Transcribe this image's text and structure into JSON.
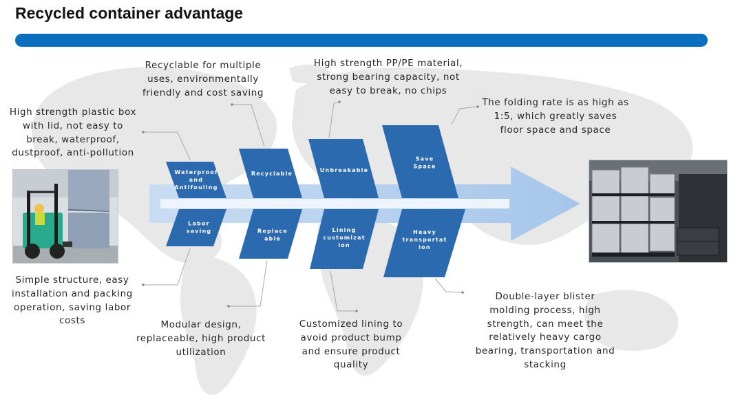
{
  "page": {
    "title": "Recycled container advantage",
    "accent_color": "#0b6fbd",
    "segment_color": "#2c6aaf",
    "arrow_color": "#a9c8ec"
  },
  "segments_top": [
    {
      "lines": [
        "Waterproof",
        "and",
        "Antifouling"
      ]
    },
    {
      "lines": [
        "Recyclable"
      ]
    },
    {
      "lines": [
        "Unbreakable"
      ]
    },
    {
      "lines": [
        "Save",
        "Space"
      ]
    }
  ],
  "segments_bottom": [
    {
      "lines": [
        "Labor",
        "saving"
      ]
    },
    {
      "lines": [
        "Replace",
        "able"
      ]
    },
    {
      "lines": [
        "Lining",
        "customizat",
        "ion"
      ]
    },
    {
      "lines": [
        "Heavy",
        "transportat",
        "ion"
      ]
    }
  ],
  "descriptions": {
    "waterproof": "High strength plastic box with lid, not easy to break, waterproof, dustproof, anti-pollution",
    "recyclable": "Recyclable for multiple uses, environmentally friendly and cost saving",
    "unbreakable": "High strength PP/PE material, strong bearing capacity, not easy to break, no chips",
    "save_space": "The folding rate is as high as 1:5, which greatly saves floor space and space",
    "labor_saving": "Simple structure, easy installation and packing operation, saving labor costs",
    "replaceable": "Modular design, replaceable, high product utilization",
    "lining": "Customized lining to avoid product bump and ensure product quality",
    "heavy": "Double-layer blister molding process, high strength, can meet the relatively heavy cargo bearing, transportation and stacking"
  },
  "images": {
    "left_photo": "forklift-carrying-container-photo",
    "right_photo": "stacked-containers-warehouse-photo"
  }
}
